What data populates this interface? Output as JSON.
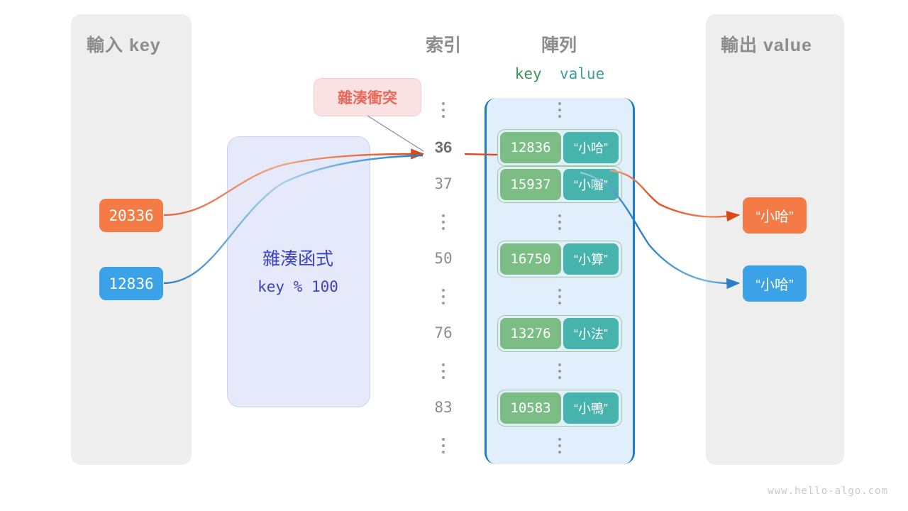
{
  "diagram": {
    "watermark": "www.hello-algo.com"
  },
  "input_panel": {
    "title": "輸入 key",
    "keys": [
      {
        "value": "20336",
        "color": "#f47b46"
      },
      {
        "value": "12836",
        "color": "#3ba2e8"
      }
    ]
  },
  "hash_function": {
    "label": "雜湊函式",
    "formula": "key % 100",
    "fill": "#e6e9fa",
    "text_color": "#3b42c4"
  },
  "collision": {
    "label": "雜湊衝突",
    "fill": "#fbe2e2",
    "text_color": "#e8685a"
  },
  "headers": {
    "index": "索引",
    "array": "陣列",
    "key": "key",
    "value": "value",
    "key_color": "#3f9356",
    "value_color": "#3c9e9b"
  },
  "array": {
    "bracket_color": "#1a7ec9",
    "fill": "#e1eefb",
    "rows": [
      {
        "kind": "ellipsis",
        "index": "",
        "key": "",
        "value": ""
      },
      {
        "kind": "entry",
        "index": "36",
        "key": "12836",
        "value": "“小哈”",
        "highlight": true
      },
      {
        "kind": "entry",
        "index": "37",
        "key": "15937",
        "value": "“小囉”",
        "highlight": false
      },
      {
        "kind": "ellipsis",
        "index": "",
        "key": "",
        "value": ""
      },
      {
        "kind": "entry",
        "index": "50",
        "key": "16750",
        "value": "“小算”",
        "highlight": false
      },
      {
        "kind": "ellipsis",
        "index": "",
        "key": "",
        "value": ""
      },
      {
        "kind": "entry",
        "index": "76",
        "key": "13276",
        "value": "“小法”",
        "highlight": false
      },
      {
        "kind": "ellipsis",
        "index": "",
        "key": "",
        "value": ""
      },
      {
        "kind": "entry",
        "index": "83",
        "key": "10583",
        "value": "“小鴨”",
        "highlight": false
      },
      {
        "kind": "ellipsis",
        "index": "",
        "key": "",
        "value": ""
      }
    ]
  },
  "output_panel": {
    "title": "輸出 value",
    "values": [
      {
        "value": "“小哈”",
        "color": "#f47b46"
      },
      {
        "value": "“小哈”",
        "color": "#3ba2e8"
      }
    ]
  }
}
